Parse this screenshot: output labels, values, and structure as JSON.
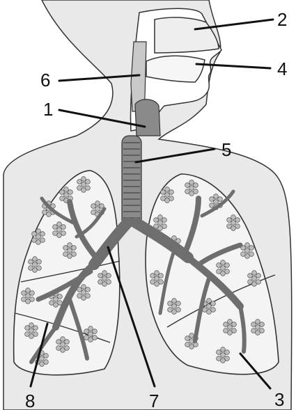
{
  "diagram": {
    "labels": [
      "1",
      "2",
      "3",
      "4",
      "5",
      "6",
      "7",
      "8"
    ],
    "colors": {
      "skin": "#e9e9e9",
      "outline": "#333333",
      "airway": "#c8c8c8",
      "trachea": "#8a8a8a",
      "trachea_ring": "#5e5e5e",
      "lung_fill": "#f4f4f4",
      "bronchi": "#6e6e6e",
      "alveoli": "#bdbdbd"
    }
  }
}
